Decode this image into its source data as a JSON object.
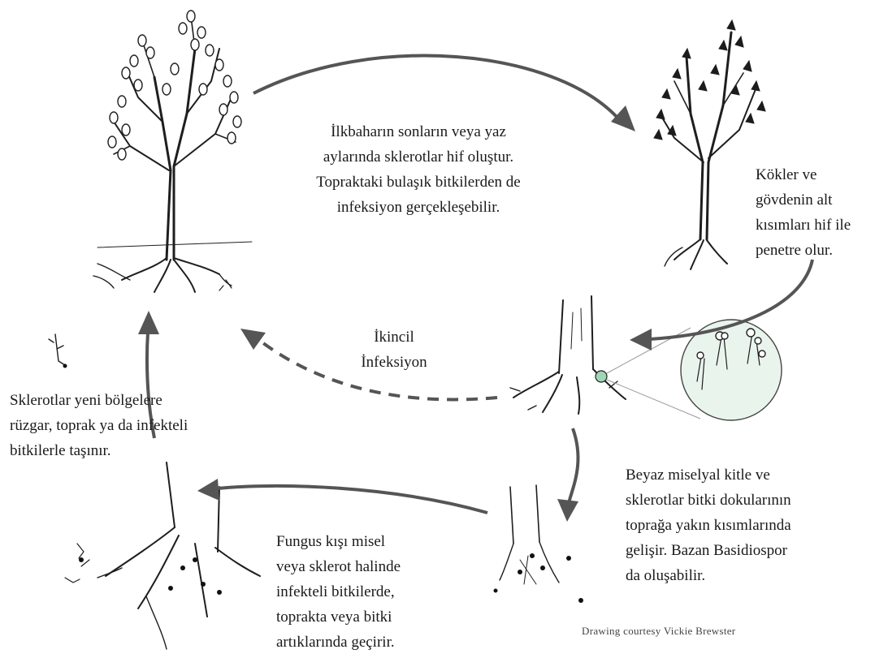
{
  "captions": {
    "spring": [
      "İlkbaharın sonların veya yaz",
      "aylarında sklerotlar hif oluştur.",
      "Topraktaki bulaşık bitkilerden de",
      "infeksiyon gerçekleşebilir."
    ],
    "roots": [
      "Kökler ve",
      "gövdenin alt",
      "kısımları hif ile",
      "penetre olur."
    ],
    "secondary": [
      "İkincil",
      "İnfeksiyon"
    ],
    "spread": [
      "Sklerotlar yeni bölgelere",
      "rüzgar, toprak ya da infekteli",
      "bitkilerle taşınır."
    ],
    "mycelium": [
      "Beyaz miselyal kitle ve",
      "sklerotlar bitki dokularının",
      "toprağa yakın kısımlarında",
      "gelişir. Bazan Basidiospor",
      "da oluşabilir."
    ],
    "winter": [
      "Fungus kışı misel",
      "veya sklerot halinde",
      "infekteli bitkilerde,",
      "toprakta veya bitki",
      "artıklarında geçirir."
    ]
  },
  "credit": "Drawing courtesy Vickie Brewster",
  "colors": {
    "arrow": "#555555",
    "ink": "#1e1e1e"
  }
}
